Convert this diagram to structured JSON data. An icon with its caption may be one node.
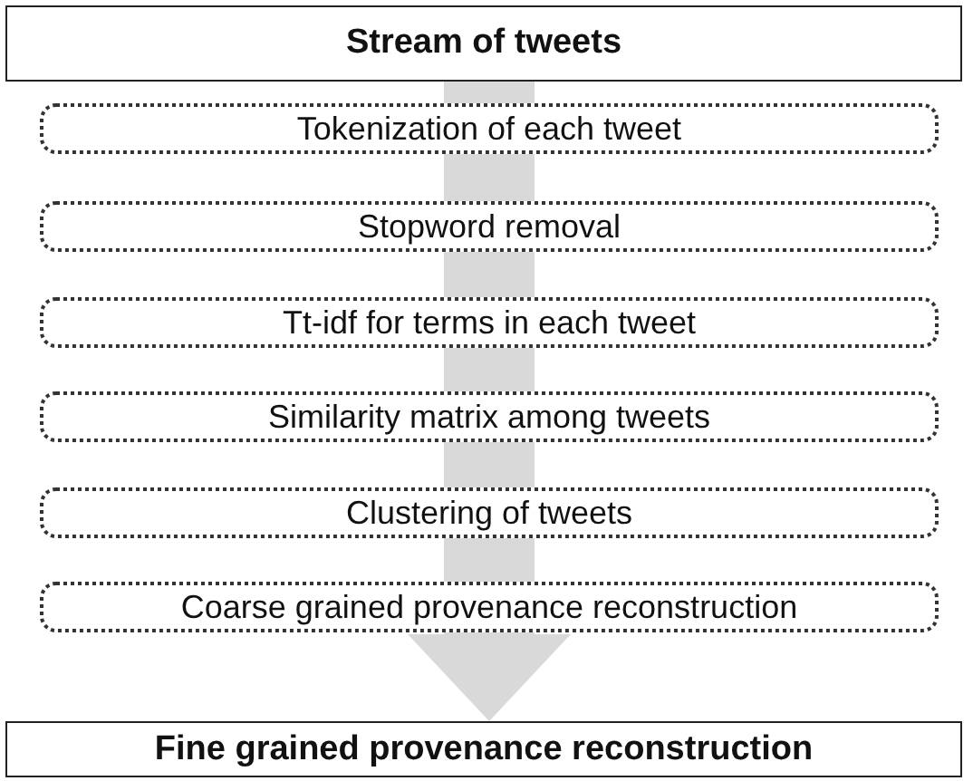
{
  "diagram": {
    "nodes": [
      {
        "text": [
          "Stream of tweets"
        ]
      },
      {
        "text": [
          "Tokenization of each tweet"
        ]
      },
      {
        "text": [
          "Stopword removal"
        ]
      },
      {
        "text": [
          "Tt-idf for terms in each tweet"
        ]
      },
      {
        "text": [
          "Similarity matrix among tweets"
        ]
      },
      {
        "text": [
          "Clustering of tweets"
        ]
      },
      {
        "text": [
          "Coarse grained provenance reconstruction"
        ]
      },
      {
        "text": [
          "Fine grained provenance reconstruction"
        ]
      }
    ],
    "edges": [
      {
        "from": 0,
        "to": 1,
        "arrow": "none"
      },
      {
        "from": 1,
        "to": 2,
        "arrow": "none"
      },
      {
        "from": 2,
        "to": 3,
        "arrow": "none"
      },
      {
        "from": 3,
        "to": 4,
        "arrow": "none"
      },
      {
        "from": 4,
        "to": 5,
        "arrow": "none"
      },
      {
        "from": 5,
        "to": 6,
        "arrow": "none"
      },
      {
        "from": 6,
        "to": 7,
        "arrow": "to"
      }
    ]
  }
}
